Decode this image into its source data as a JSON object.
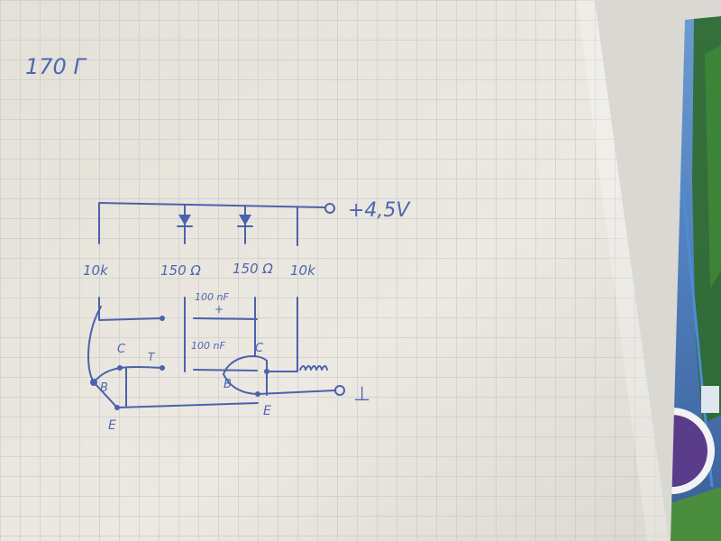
{
  "notes": {
    "top_scribble": "170 Г"
  },
  "circuit": {
    "supply_label": "+4,5V",
    "ground_symbol": "⊥",
    "resistors": [
      {
        "label": "10k"
      },
      {
        "label": "150 Ω"
      },
      {
        "label": "150 Ω"
      },
      {
        "label": "10k"
      }
    ],
    "capacitors": [
      {
        "label": "100 nF",
        "polarity": "+"
      },
      {
        "label": "100 nF"
      }
    ],
    "transistor_left": {
      "c": "C",
      "b": "B",
      "e": "E",
      "t": "T"
    },
    "transistor_right": {
      "c": "C",
      "b": "B",
      "e": "E"
    }
  },
  "colors": {
    "paper": "#ece9e1",
    "grid": "#b7b9bd",
    "ink": "#4a62ad",
    "background": "#5e6163",
    "poster_blue": "#3f7bbf",
    "poster_green": "#3f7a3a"
  }
}
